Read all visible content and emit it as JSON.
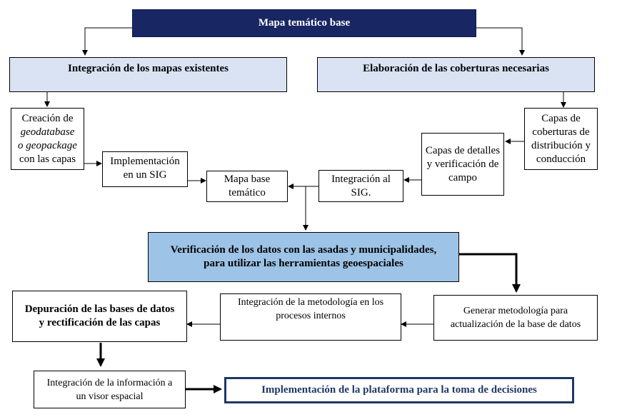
{
  "title": "Mapa temático base",
  "integracion_mapas": "Integración de los mapas existentes",
  "elaboracion_coberturas": "Elaboración de las coberturas necesarias",
  "creacion": {
    "line1": "Creación de",
    "line2": "geodatabase",
    "line3": "o geopackage",
    "line4": "con las capas"
  },
  "implementacion_sig": "Implementación en un SIG",
  "mapa_base_tematico": "Mapa base temático",
  "integracion_sig": "Integración al SIG.",
  "capas_detalles": "Capas de detalles y verificación de campo",
  "capas_coberturas": "Capas de coberturas de distribución y conducción",
  "verificacion": "Verificación de los datos con las asadas y municipalidades, para utilizar las herramientas geoespaciales",
  "generar_metodologia": "Generar metodología para actualización de la base de datos",
  "integracion_metodologia": "Integración de la metodología en los procesos internos",
  "depuracion": "Depuración de las bases de datos y rectificación de las capas",
  "integracion_visor": "Integración de la información a un visor espacial",
  "implementacion_plataforma": "Implementación de la plataforma para la toma de decisiones",
  "colors": {
    "title_bg": "#182663",
    "light_bg": "#dae3f3",
    "mid_bg": "#9dc3e6",
    "frame": "#1f3864"
  }
}
